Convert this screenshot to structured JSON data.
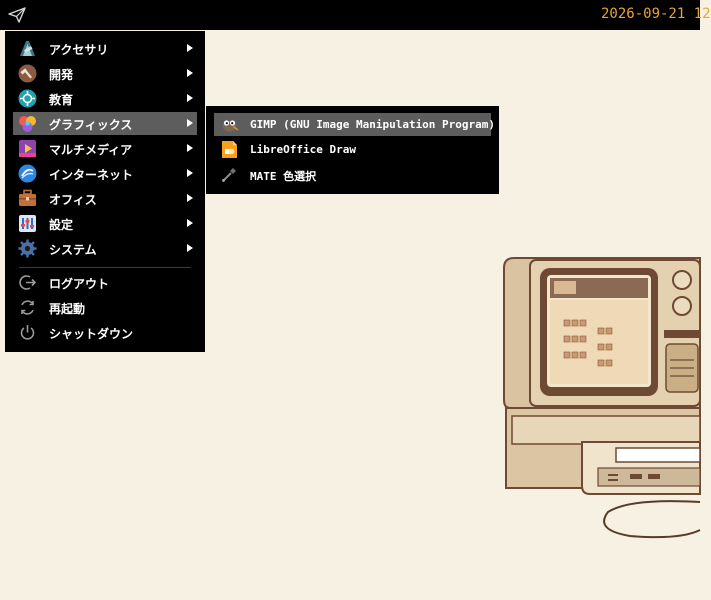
{
  "panel": {
    "clock": "2026-09-21 12"
  },
  "menu": {
    "categories": [
      {
        "label": "アクセサリ",
        "icon": "accessories-icon"
      },
      {
        "label": "開発",
        "icon": "development-icon"
      },
      {
        "label": "教育",
        "icon": "education-icon"
      },
      {
        "label": "グラフィックス",
        "icon": "graphics-icon"
      },
      {
        "label": "マルチメディア",
        "icon": "multimedia-icon"
      },
      {
        "label": "インターネット",
        "icon": "internet-icon"
      },
      {
        "label": "オフィス",
        "icon": "office-icon"
      },
      {
        "label": "設定",
        "icon": "settings-icon"
      },
      {
        "label": "システム",
        "icon": "system-icon"
      }
    ],
    "actions": [
      {
        "label": "ログアウト",
        "icon": "logout-icon"
      },
      {
        "label": "再起動",
        "icon": "restart-icon"
      },
      {
        "label": "シャットダウン",
        "icon": "shutdown-icon"
      }
    ]
  },
  "submenu": {
    "items": [
      {
        "label": "GIMP (GNU Image Manipulation Program)",
        "icon": "gimp-icon"
      },
      {
        "label": "LibreOffice Draw",
        "icon": "libreoffice-draw-icon"
      },
      {
        "label": "MATE 色選択",
        "icon": "color-picker-icon"
      }
    ]
  },
  "colors": {
    "panel": "#000000",
    "selection": "#5d5d5d",
    "clock": "#e8a33c",
    "wallpaper": "#f6f1e3"
  }
}
